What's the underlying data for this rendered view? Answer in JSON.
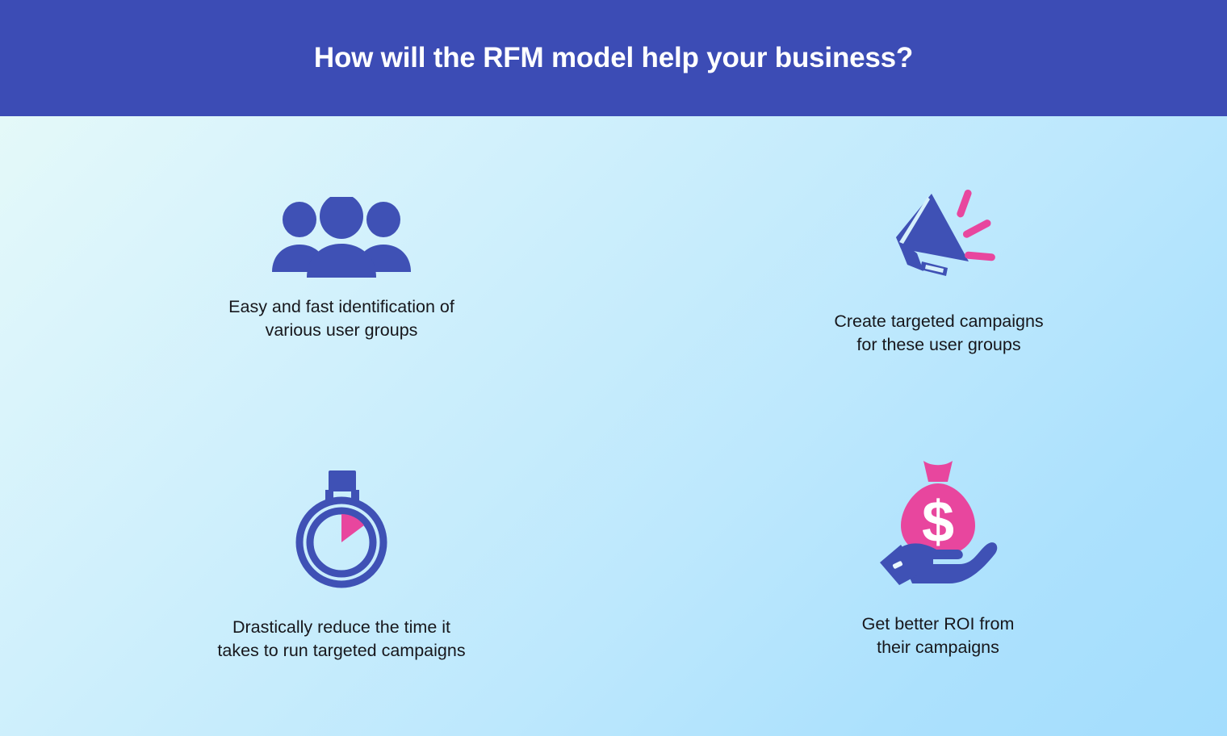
{
  "header": {
    "title": "How will the RFM model help your business?",
    "background_color": "#3c4cb5",
    "text_color": "#ffffff"
  },
  "theme": {
    "icon_blue": "#3f51b5",
    "accent_pink": "#e8469e",
    "background_gradient_start": "#e8fbf7",
    "background_gradient_end": "#a3ddfd",
    "caption_color": "#17171c"
  },
  "benefits": [
    {
      "icon": "three-users-icon",
      "caption": "Easy and fast identification of\nvarious user groups"
    },
    {
      "icon": "megaphone-icon",
      "caption": "Create targeted campaigns\nfor these user groups"
    },
    {
      "icon": "stopwatch-icon",
      "caption": "Drastically reduce the time it\ntakes to run targeted campaigns"
    },
    {
      "icon": "money-bag-in-hand-icon",
      "caption": "Get better ROI from\ntheir campaigns"
    }
  ]
}
